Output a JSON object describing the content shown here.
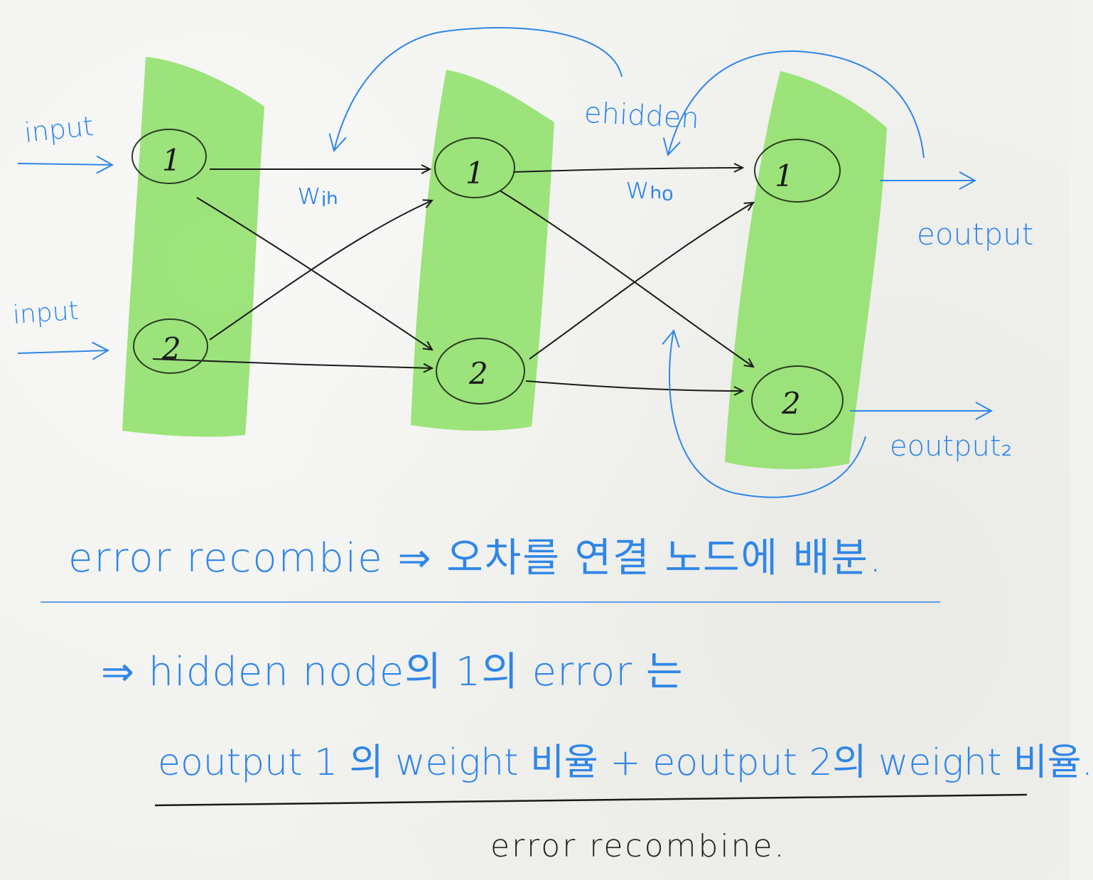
{
  "diagram": {
    "layers": [
      {
        "nodes": [
          "1",
          "2"
        ]
      },
      {
        "nodes": [
          "1",
          "2"
        ]
      },
      {
        "nodes": [
          "1",
          "2"
        ]
      }
    ],
    "labels": {
      "input1": "input",
      "input2": "input",
      "w_ih": "wᵢₕ",
      "w_ho": "wₕₒ",
      "e_hidden": "ehidden",
      "e_output1": "eoutput",
      "e_output2": "eoutput₂"
    },
    "colors": {
      "band": "#8fe06a",
      "ink_blue": "#2f86e8",
      "ink_black": "#1a1a1a"
    }
  },
  "notes": {
    "line1": "error recombie ⇒ 오차를 연결 노드에  배분.",
    "line2": "⇒ hidden node의 1의  error 는",
    "line3": "eoutput 1 의  weight 비율  +  eoutput 2의  weight 비율.",
    "caption": "error recombine."
  }
}
